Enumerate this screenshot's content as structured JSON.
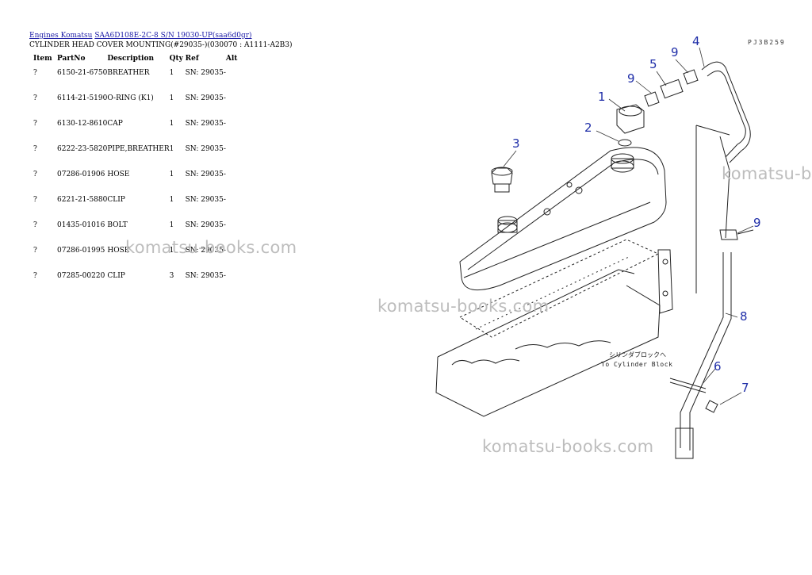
{
  "breadcrumb": {
    "engines": "Engines Komatsu",
    "model": "SAA6D108E-2C-8 S/N 19030-UP(saa6d0gr)"
  },
  "title": "CYLINDER HEAD COVER MOUNTING(#29035-)(030070 : A1111-A2B3)",
  "columns": {
    "item": "Item",
    "partno": "PartNo",
    "description": "Description",
    "qty": "Qty",
    "ref": "Ref",
    "alt": "Alt"
  },
  "rows": [
    {
      "item": "?",
      "partno": "6150-21-6750",
      "description": "BREATHER",
      "qty": "1",
      "ref": "SN: 29035-",
      "alt": ""
    },
    {
      "item": "?",
      "partno": "6114-21-5190",
      "description": "O-RING (K1)",
      "qty": "1",
      "ref": "SN: 29035-",
      "alt": ""
    },
    {
      "item": "?",
      "partno": "6130-12-8610",
      "description": "CAP",
      "qty": "1",
      "ref": "SN: 29035-",
      "alt": ""
    },
    {
      "item": "?",
      "partno": "6222-23-5820",
      "description": "PIPE,BREATHER",
      "qty": "1",
      "ref": "SN: 29035-",
      "alt": ""
    },
    {
      "item": "?",
      "partno": "07286-01906",
      "description": "HOSE",
      "qty": "1",
      "ref": "SN: 29035-",
      "alt": ""
    },
    {
      "item": "?",
      "partno": "6221-21-5880",
      "description": "CLIP",
      "qty": "1",
      "ref": "SN: 29035-",
      "alt": ""
    },
    {
      "item": "?",
      "partno": "01435-01016",
      "description": "BOLT",
      "qty": "1",
      "ref": "SN: 29035-",
      "alt": ""
    },
    {
      "item": "?",
      "partno": "07286-01995",
      "description": "HOSE",
      "qty": "1",
      "ref": "SN: 29035-",
      "alt": ""
    },
    {
      "item": "?",
      "partno": "07285-00220",
      "description": "CLIP",
      "qty": "3",
      "ref": "SN: 29035-",
      "alt": ""
    }
  ],
  "diagram": {
    "code": "PJ3B259",
    "callouts": [
      "1",
      "2",
      "3",
      "4",
      "5",
      "6",
      "7",
      "8",
      "9",
      "9",
      "9"
    ],
    "note_jp": "シリンダブロックへ",
    "note_en": "To Cylinder Block",
    "colors": {
      "callout": "#1f2ea8",
      "watermark": "#bdbdbd"
    }
  },
  "watermark": "komatsu-books.com"
}
